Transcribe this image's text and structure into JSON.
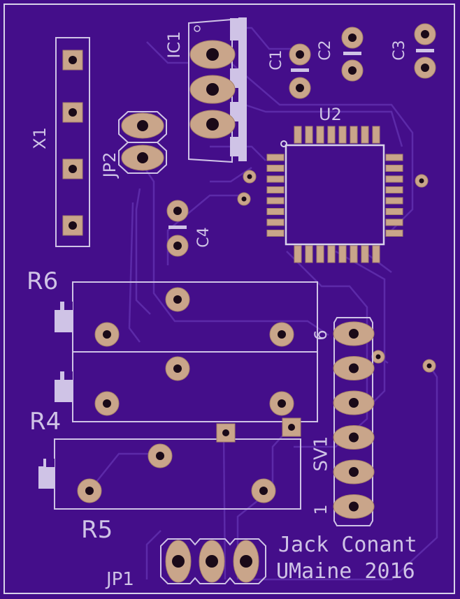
{
  "board": {
    "colors": {
      "board": "#440e8a",
      "edge": "#d8d2ea",
      "trace": "#5c2aa8",
      "silk": "#cfc3e6",
      "pad": "#c9a58a",
      "pad_edge": "#a8826a",
      "hole": "#1a0a18"
    }
  },
  "components": {
    "x1": "X1",
    "jp2": "JP2",
    "ic1": "IC1",
    "c1": "C1",
    "c2": "C2",
    "c3": "C3",
    "u2": "U2",
    "c4": "C4",
    "r6": "R6",
    "r4": "R4",
    "r5": "R5",
    "sv1": "SV1",
    "sv1_pin_first": "1",
    "sv1_pin_last": "6",
    "jp1": "JP1"
  },
  "signature": {
    "author": "Jack Conant",
    "org_year": "UMaine 2016"
  }
}
